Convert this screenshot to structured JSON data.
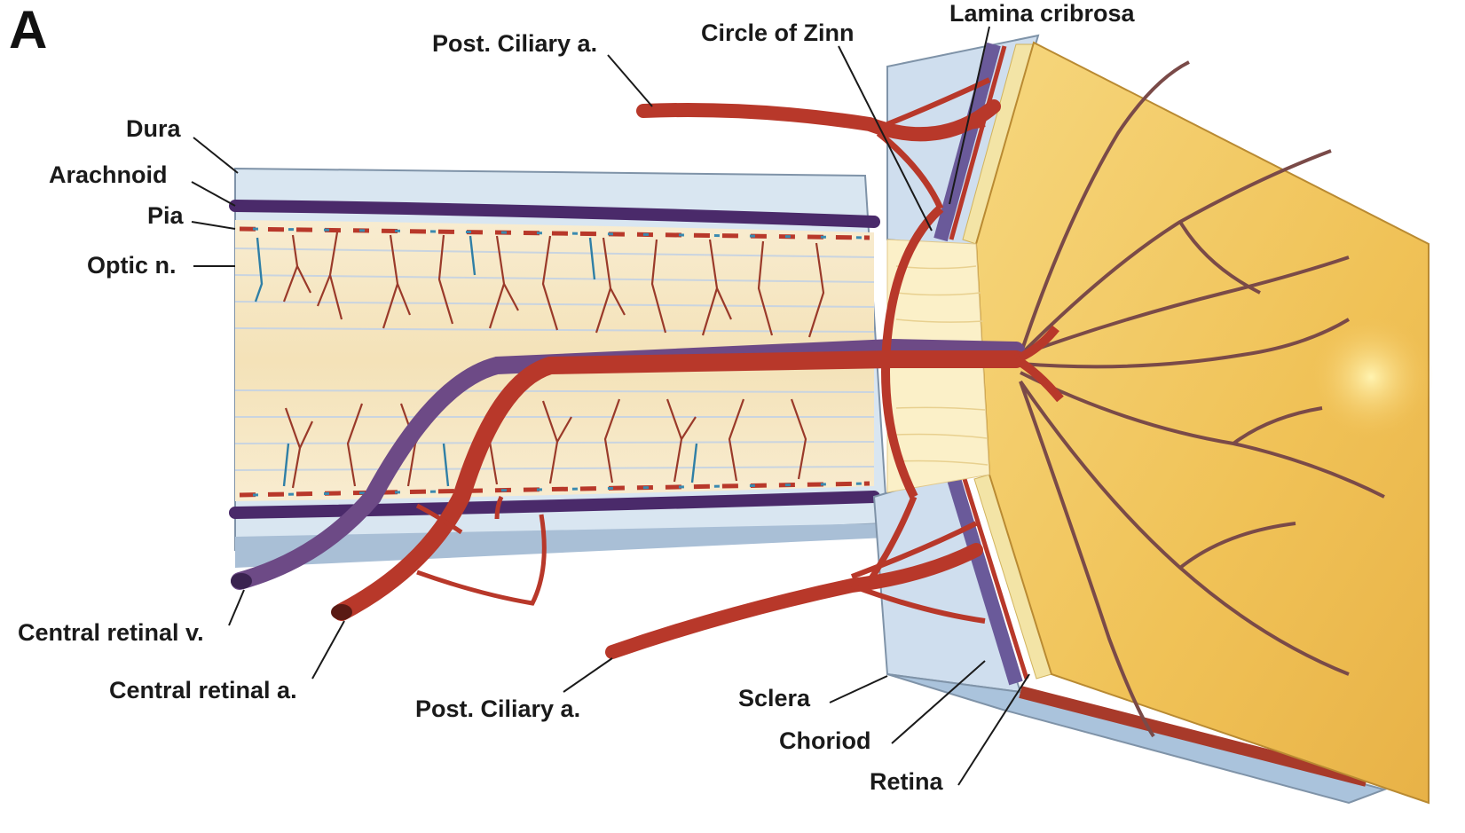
{
  "panel_letter": "A",
  "labels": {
    "lamina_cribrosa": "Lamina cribrosa",
    "circle_of_zinn": "Circle of Zinn",
    "post_ciliary_top": "Post. Ciliary a.",
    "dura": "Dura",
    "arachnoid": "Arachnoid",
    "pia": "Pia",
    "optic_n": "Optic n.",
    "central_retinal_v": "Central retinal v.",
    "central_retinal_a": "Central retinal a.",
    "post_ciliary_bottom": "Post. Ciliary a.",
    "sclera": "Sclera",
    "choroid": "Choriod",
    "retina": "Retina"
  },
  "colors": {
    "artery": "#b8382a",
    "vein": "#6d4a86",
    "dura": "#d6e4f0",
    "pia": "#4a2a6a",
    "nerve": "#f6e7c4",
    "fundus": "#f2c25a",
    "choroid": "#6a5a9a"
  }
}
